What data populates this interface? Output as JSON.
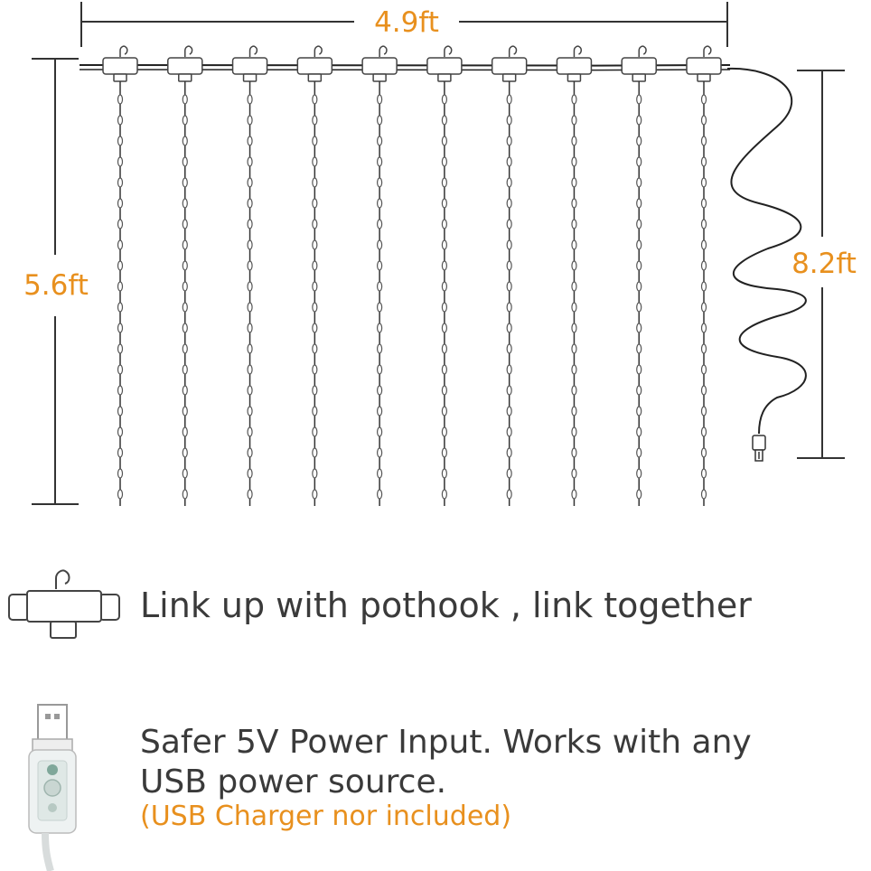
{
  "dimensions": {
    "width_label": "4.9ft",
    "height_label": "5.6ft",
    "cable_label": "8.2ft"
  },
  "strand_count": 10,
  "captions": {
    "hook": "Link up with pothook , link together",
    "power_line1": "Safer 5V Power Input. Works with any",
    "power_line2": "USB power source.",
    "power_note": "(USB Charger nor included)"
  },
  "colors": {
    "accent": "#e8901e",
    "text": "#3a3a3a",
    "line": "#333333"
  },
  "icons": [
    "pothook-icon",
    "usb-plug-icon"
  ]
}
